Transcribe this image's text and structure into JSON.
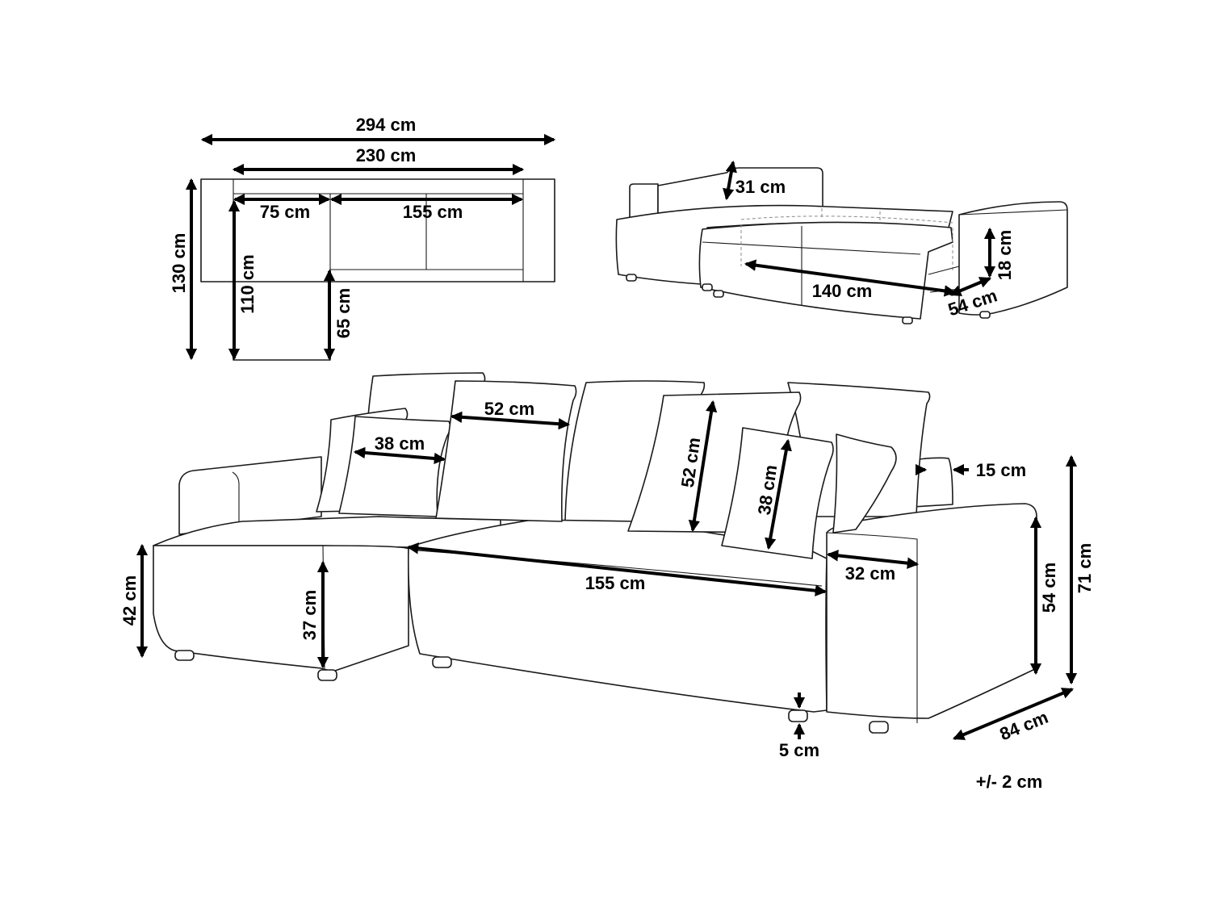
{
  "diagram": {
    "colors": {
      "ink": "#000000",
      "outline": "#1a1a1a",
      "hidden_line": "#8a8a8a",
      "background": "#ffffff"
    },
    "top_view": {
      "overall_width": "294 cm",
      "inner_width": "230 cm",
      "chaise_width": "75 cm",
      "sofa_width": "155 cm",
      "overall_depth": "130 cm",
      "chaise_depth": "110 cm",
      "seat_depth": "65 cm"
    },
    "bed_view": {
      "backrest_height": "31 cm",
      "bed_length": "140 cm",
      "storage_depth": "54 cm",
      "storage_height": "18 cm"
    },
    "front_view": {
      "large_cushion": "52 cm",
      "small_cushion": "38 cm",
      "large_cushion_height": "52 cm",
      "small_cushion_height": "38 cm",
      "back_thickness": "15 cm",
      "seat_width": "155 cm",
      "armrest_width": "32 cm",
      "chaise_height": "42 cm",
      "seat_height": "37 cm",
      "armrest_height": "54 cm",
      "total_height": "71 cm",
      "total_depth": "84 cm",
      "leg_height": "5 cm"
    },
    "tolerance": "+/- 2 cm"
  }
}
